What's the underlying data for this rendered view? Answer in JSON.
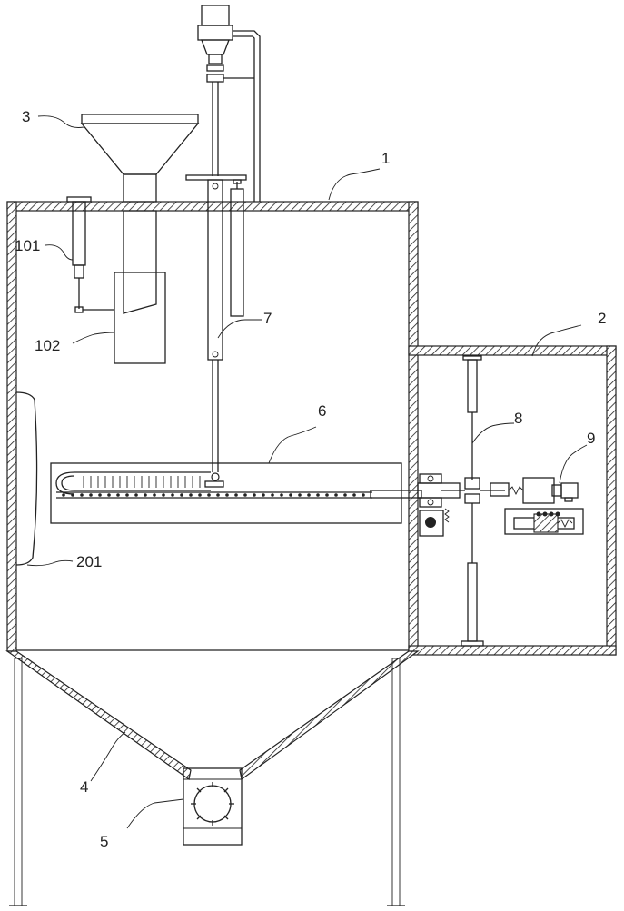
{
  "labels": {
    "l1": "1",
    "l2": "2",
    "l3": "3",
    "l4": "4",
    "l5": "5",
    "l6": "6",
    "l7": "7",
    "l8": "8",
    "l9": "9",
    "l101": "101",
    "l102": "102",
    "l201": "201"
  }
}
